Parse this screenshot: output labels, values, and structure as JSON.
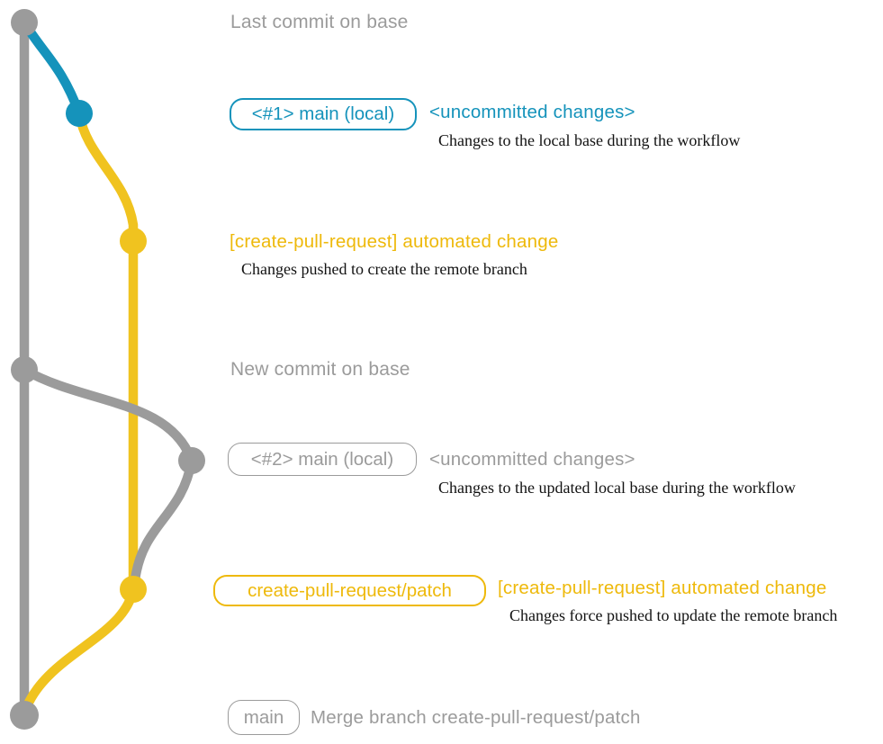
{
  "colors": {
    "gray": "#9b9b9b",
    "blue": "#1593bb",
    "yellow": "#f0c31f",
    "yellow_text": "#eeb90b",
    "ink": "#121212",
    "background": "#ffffff"
  },
  "graph": {
    "commits": [
      {
        "id": "base-last-commit",
        "color": "gray",
        "row_label": "Last commit on base"
      },
      {
        "id": "local-main-1",
        "color": "blue",
        "row_label": "<#1> main (local)"
      },
      {
        "id": "patch-commit-1",
        "color": "yellow",
        "row_label": "[create-pull-request] automated change"
      },
      {
        "id": "base-new-commit",
        "color": "gray",
        "row_label": "New commit on base"
      },
      {
        "id": "local-main-2",
        "color": "gray",
        "row_label": "<#2> main (local)"
      },
      {
        "id": "patch-commit-2",
        "color": "yellow",
        "row_label": "[create-pull-request] automated change"
      },
      {
        "id": "merge-commit",
        "color": "gray",
        "row_label": "Merge branch create-pull-request/patch"
      }
    ]
  },
  "annotations": {
    "row1": {
      "caption": "Last commit on base"
    },
    "row2": {
      "badge": "<#1> main (local)",
      "title": "<uncommitted changes>",
      "description": "Changes to the local base during the workflow"
    },
    "row3": {
      "title": "[create-pull-request] automated change",
      "description": "Changes pushed to create the remote branch"
    },
    "row4": {
      "caption": "New commit on base"
    },
    "row5": {
      "badge": "<#2> main (local)",
      "title": "<uncommitted changes>",
      "description": "Changes to the updated local base during the workflow"
    },
    "row6": {
      "badge": "create-pull-request/patch",
      "title": "[create-pull-request] automated change",
      "description": "Changes force pushed to update the remote branch"
    },
    "row7": {
      "badge": "main",
      "title": "Merge branch create-pull-request/patch"
    }
  }
}
